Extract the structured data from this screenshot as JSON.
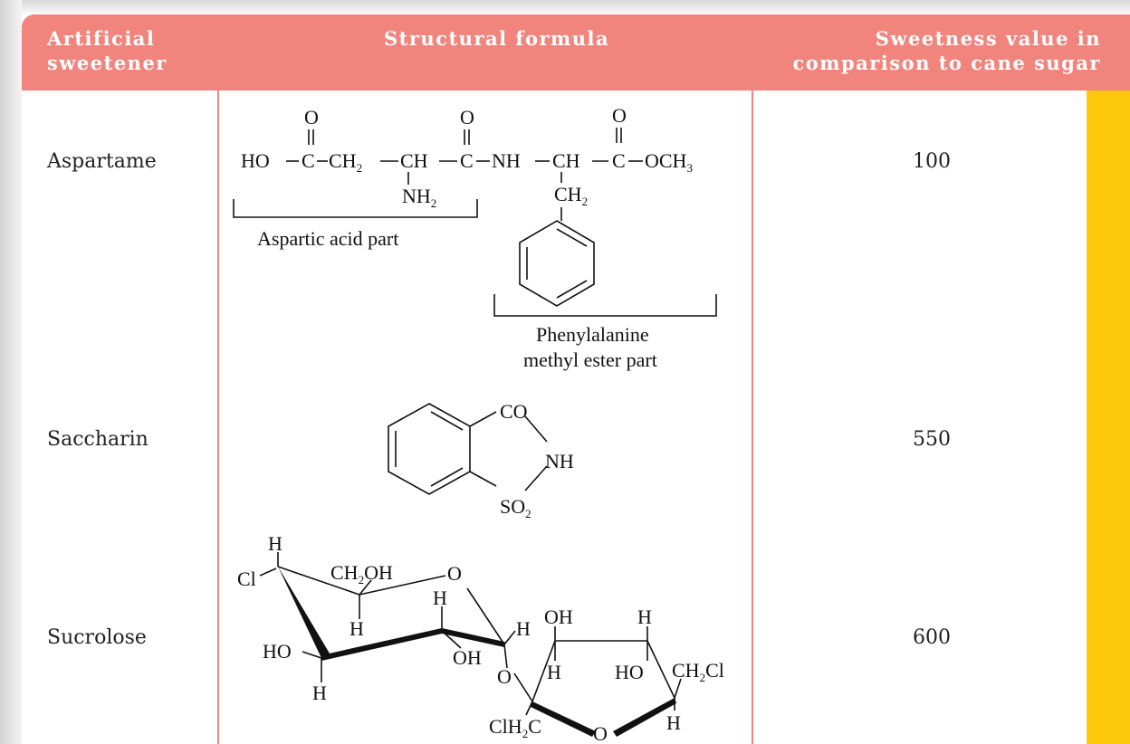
{
  "header": {
    "col1_line1": "Artificial",
    "col1_line2": "sweetener",
    "col2": "Structural formula",
    "col3_line1": "Sweetness value in",
    "col3_line2": "comparison to cane sugar"
  },
  "rows": [
    {
      "name": "Aspartame",
      "value": "100",
      "formula": {
        "o1": "O",
        "o2": "O",
        "o3": "O",
        "ho": "HO",
        "c1": "C",
        "ch2": "CH",
        "ch2_sub": "2",
        "ch1": "CH",
        "c2": "C",
        "nh": "NH",
        "ch3": "CH",
        "c3": "C",
        "och3": "OCH",
        "och3_sub": "3",
        "nh2": "NH",
        "nh2_sub": "2",
        "ch2b": "CH",
        "ch2b_sub": "2",
        "label1": "Aspartic acid part",
        "label2_line1": "Phenylalanine",
        "label2_line2": "methyl ester part"
      }
    },
    {
      "name": "Saccharin",
      "value": "550",
      "formula": {
        "co": "CO",
        "nh": "NH",
        "so": "SO",
        "so_sub": "2"
      }
    },
    {
      "name": "Sucrolose",
      "value": "600",
      "formula": {
        "h_top": "H",
        "cl": "Cl",
        "ch2oh": "CH",
        "ch2oh_sub": "2",
        "ch2oh_tail": "OH",
        "o_ring1": "O",
        "h_a": "H",
        "h_b": "H",
        "h_c": "H",
        "ho_left": "HO",
        "oh_mid": "OH",
        "h_bottom": "H",
        "o_link": "O",
        "oh_top2": "OH",
        "h_d": "H",
        "h_e": "H",
        "ho_right": "HO",
        "ch2cl": "CH",
        "ch2cl_sub": "2",
        "ch2cl_tail": "Cl",
        "clh2c": "ClH",
        "clh2c_sub": "2",
        "clh2c_tail": "C",
        "o_ring2": "O",
        "h_f": "H"
      }
    }
  ]
}
